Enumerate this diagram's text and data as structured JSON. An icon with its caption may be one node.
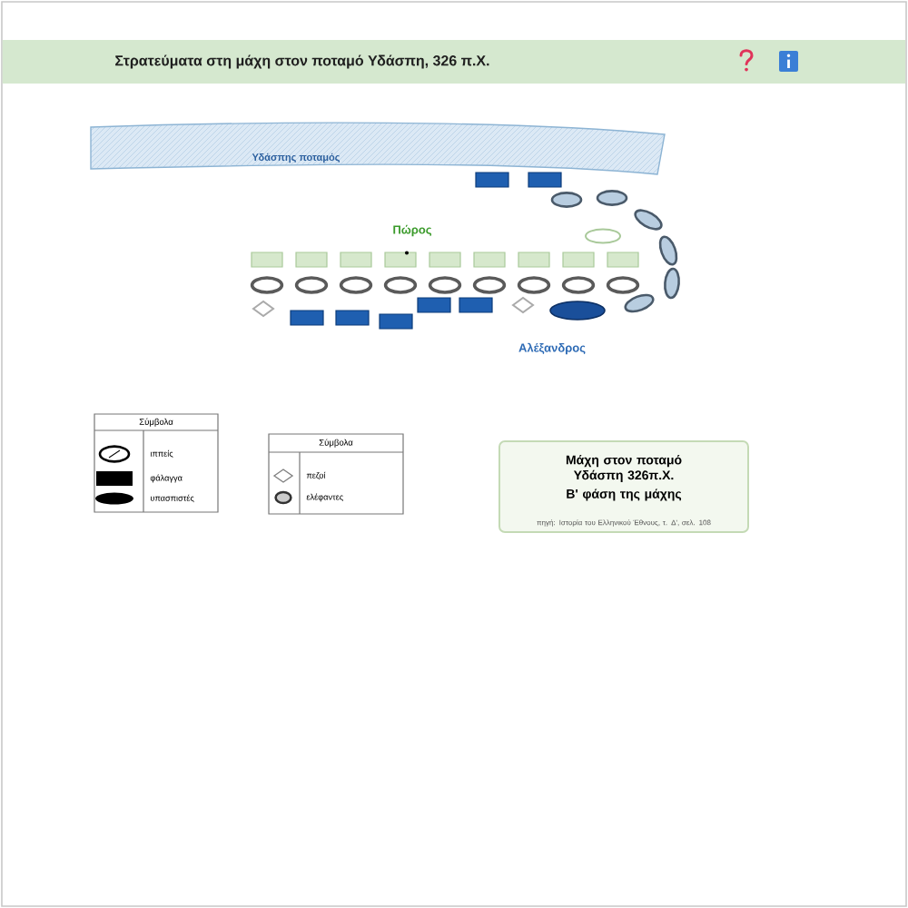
{
  "diagram": {
    "title": "Στρατεύματα στη μάχη στον ποταμό Υδάσπη, 326 π.Χ.",
    "nodes": [
      {
        "text": [
          "Υδάσπης ποταμός"
        ]
      },
      {
        "text": [
          "Μάχη στον ποταμό Υδάσπη 326π.Χ.",
          "Β' φάση της μάχης",
          "πηγή: Ιστορία του Ελληνικού Έθνους, τ. Δ', σελ. 108"
        ]
      }
    ],
    "labels": [
      "Πώρος",
      "Αλέξανδρος",
      "Σύμβολα",
      "Σύμβολα"
    ],
    "legend": [
      {
        "text": "ιππείς"
      },
      {
        "text": "φάλαγγα"
      },
      {
        "text": "υπασπιστές"
      },
      {
        "text": "πεζοί"
      },
      {
        "text": "ελέφαντες"
      }
    ]
  }
}
